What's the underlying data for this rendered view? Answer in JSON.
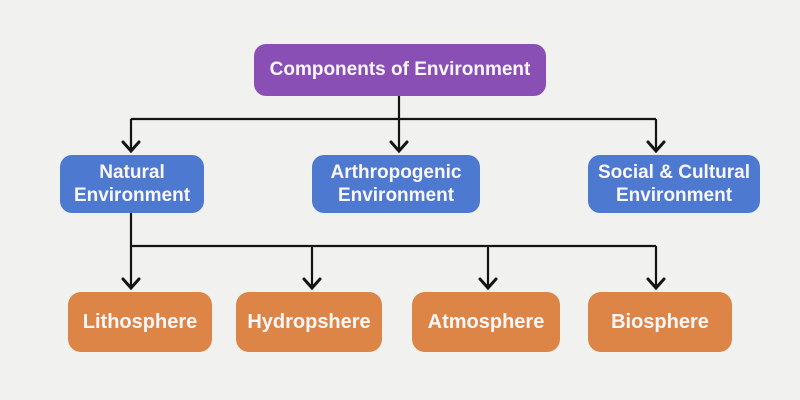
{
  "diagram": {
    "title": "Components of Environment",
    "root": {
      "label": "Components of Environment",
      "color": "#8a4fb5"
    },
    "level1": [
      {
        "label": "Natural Environment",
        "color": "#4d79d1",
        "parent": "Components of Environment"
      },
      {
        "label": "Arthropogenic Environment",
        "color": "#4d79d1",
        "parent": "Components of Environment"
      },
      {
        "label": "Social & Cultural Environment",
        "color": "#4d79d1",
        "parent": "Components of Environment"
      }
    ],
    "level2": [
      {
        "label": "Lithosphere",
        "color": "#dd8546",
        "parent": "Natural Environment"
      },
      {
        "label": "Hydropshere",
        "color": "#dd8546",
        "parent": "Natural Environment"
      },
      {
        "label": "Atmosphere",
        "color": "#dd8546",
        "parent": "Natural Environment"
      },
      {
        "label": "Biosphere",
        "color": "#dd8546",
        "parent": "Natural Environment"
      }
    ],
    "style": {
      "background": "#f1f1ef",
      "text_color": "#faf7fa",
      "line_color": "#141414"
    }
  }
}
